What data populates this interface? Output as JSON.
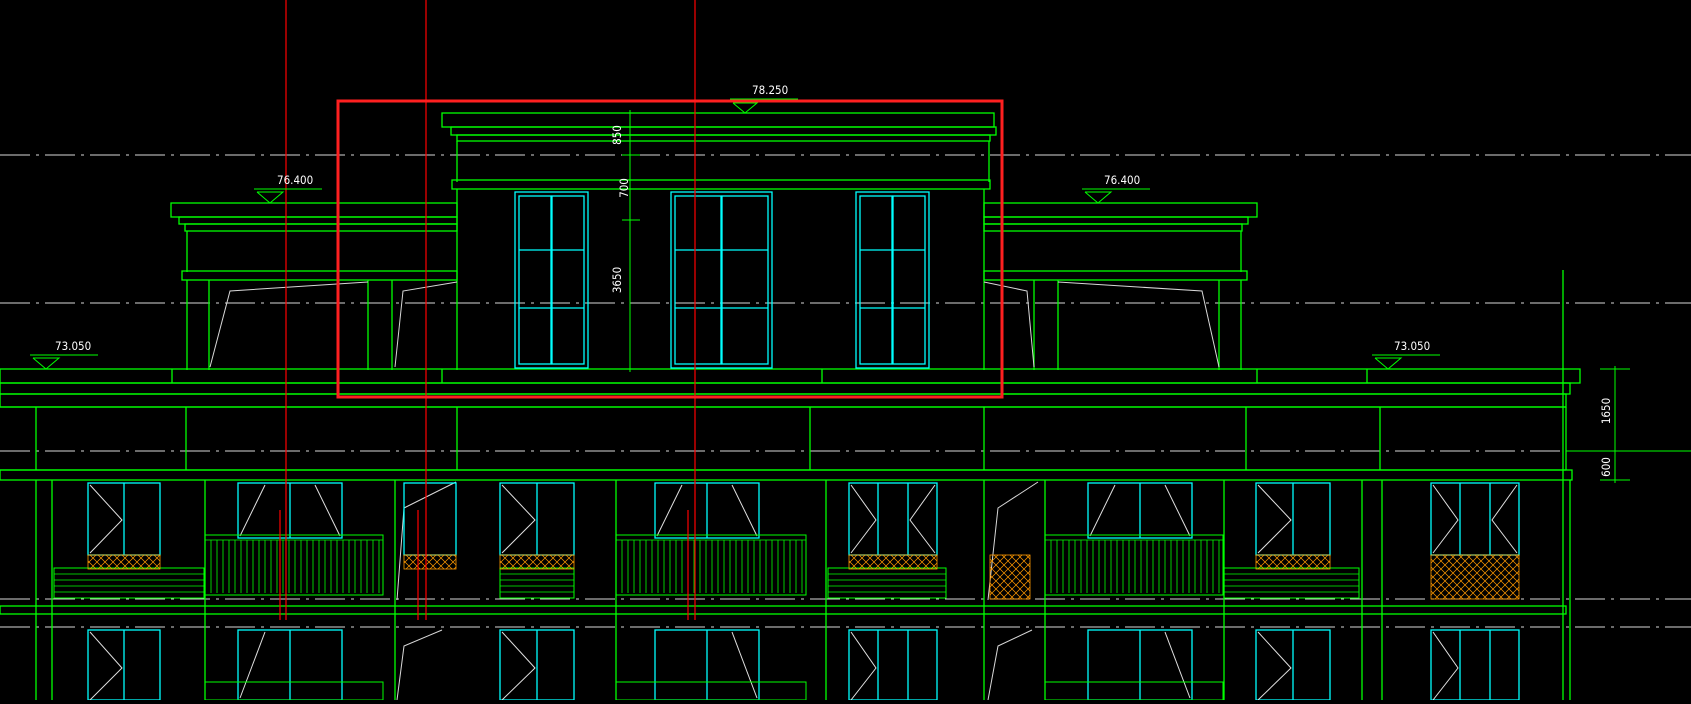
{
  "levels": {
    "top_roof": "78.250",
    "left_roof": "76.400",
    "right_roof": "76.400",
    "left_terrace": "73.050",
    "right_terrace": "73.050"
  },
  "dimensions": {
    "parapet_height": "850",
    "band_height": "700",
    "wall_height": "3650",
    "right_upper": "1650",
    "right_lower": "600"
  },
  "colors": {
    "background": "#000000",
    "outline": "#00ff00",
    "window": "#00ffff",
    "highlight": "#ff2020",
    "gridline": "#ffffff",
    "hatch": "#ff9900",
    "axis": "#ff0000"
  }
}
